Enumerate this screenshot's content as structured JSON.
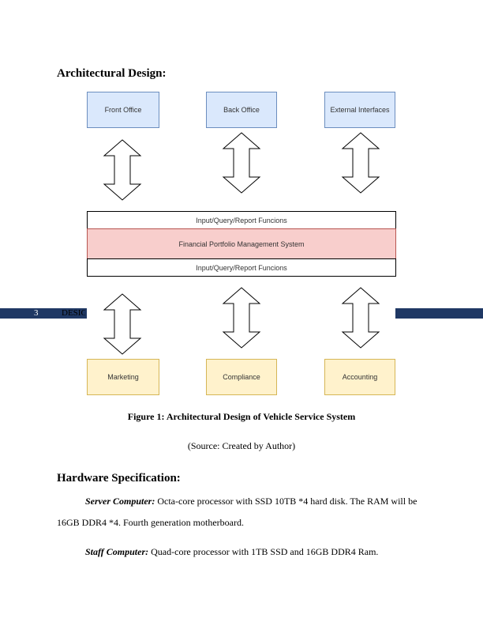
{
  "header": {
    "page_number": "3",
    "running_head": "DESIGN"
  },
  "section_title": "Architectural Design:",
  "diagram": {
    "top_boxes": [
      "Front Office",
      "Back Office",
      "External Interfaces"
    ],
    "bar_top": "Input/Query/Report Funcions",
    "bar_middle": "Financial Portfolio Management System",
    "bar_bottom": "Input/Query/Report Funcions",
    "bottom_boxes": [
      "Marketing",
      "Compliance",
      "Accounting"
    ],
    "colors": {
      "top_fill": "#dae8fc",
      "bottom_fill": "#fff2cc",
      "middle_fill": "#f8cecc"
    }
  },
  "figure_caption": "Figure 1: Architectural Design of Vehicle Service System",
  "source": "(Source: Created by Author)",
  "hardware_title": "Hardware Specification:",
  "server": {
    "label": "Server Computer:",
    "text_line1": " Octa-core processor with SSD 10TB *4 hard disk. The RAM will be",
    "text_line2": "16GB DDR4 *4. Fourth generation motherboard."
  },
  "staff": {
    "label": "Staff Computer:",
    "text": " Quad-core processor with 1TB SSD and 16GB DDR4 Ram."
  }
}
